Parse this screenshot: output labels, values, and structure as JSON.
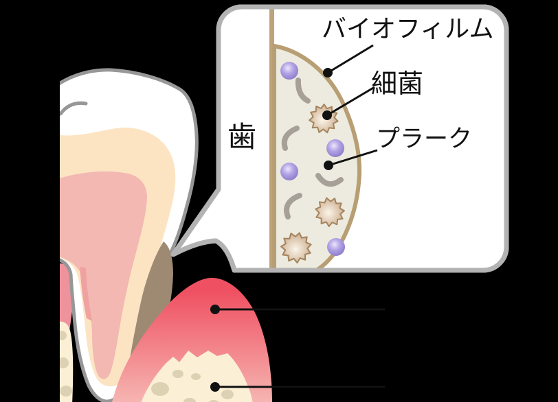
{
  "labels": {
    "tooth": "歯",
    "biofilm": "バイオフィルム",
    "bacteria": "細菌",
    "plaque": "プラーク"
  },
  "colors": {
    "background": "#000000",
    "bubble_fill": "#ffffff",
    "bubble_border": "#b3b3b3",
    "tooth_outline": "#979797",
    "enamel_white": "#ffffff",
    "dentin_peach": "#fce4c3",
    "pulp_pink": "#f2b8b1",
    "gingival_stripe_pink": "#f0a2a3",
    "ligament_pink": "#ee929c",
    "gum_red": "#ef5162",
    "gum_pink_fade": "#f6b5b1",
    "tartar_brown": "#9e8a73",
    "bone_cream": "#fbf0d6",
    "bone_spot_tan": "#ddd1b3",
    "tooth_surface_tan": "#bca37b",
    "plaque_fill": "#edebdf",
    "plaque_border": "#b89e73",
    "coccus_purple": "#7e6ec2",
    "rod_gray": "#a7a098",
    "germ_edge_brown": "#a5855f",
    "pointer_black": "#111111"
  }
}
